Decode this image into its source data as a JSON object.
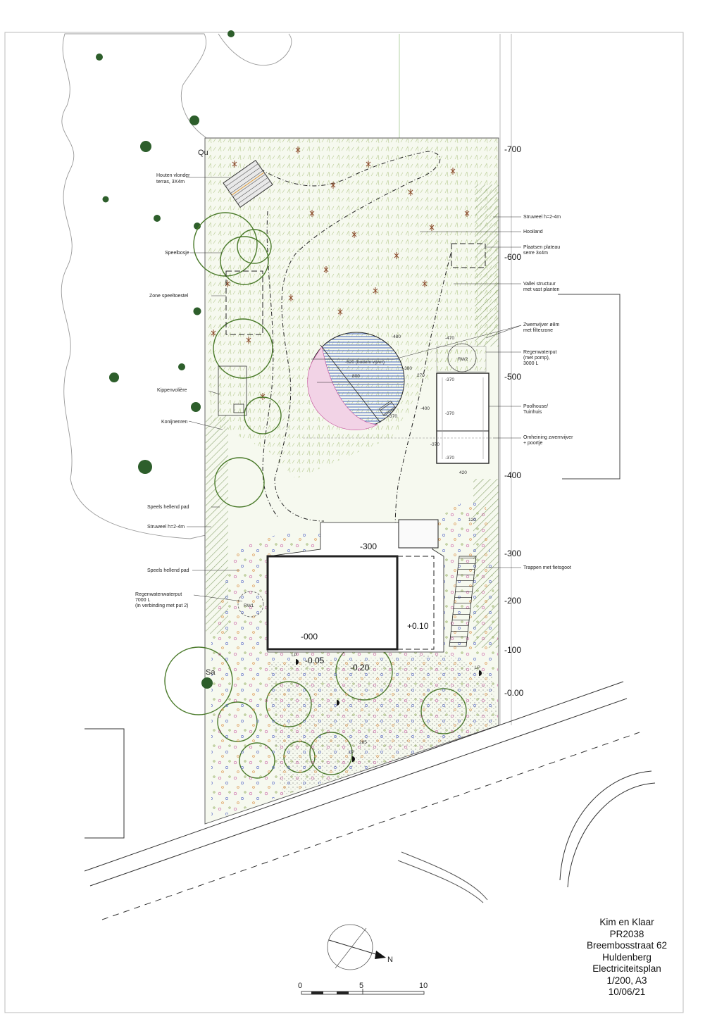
{
  "title_block": {
    "client": "Kim en Klaar",
    "project_code": "PR2038",
    "street": "Breembosstraat 62",
    "city": "Huldenberg",
    "plan_type": "Electriciteitsplan",
    "scale": "1/200, A3",
    "date": "10/06/21"
  },
  "scale_bar": {
    "ticks": [
      "0",
      "5",
      "10"
    ]
  },
  "north_arrow": {
    "label": "N"
  },
  "labels_left": {
    "houten_vlonder_1": "Houten vlonder",
    "houten_vlonder_2": "terras, 3X4m",
    "speelbosje": "Speelbosje",
    "zone_speeltoestel": "Zone speeltoestel",
    "kippenvoliere": "Kippenvolière",
    "konijnenren": "Konijnenren",
    "speels_hellend_pad_1": "Speels hellend pad",
    "struweel_left": "Struweel h=2-4m",
    "speels_hellend_pad_2": "Speels hellend pad",
    "regenwaterput_1": "Regenwatenwaterput",
    "regenwaterput_2": "7000 L",
    "regenwaterput_3": "(in verbinding met put 2)"
  },
  "labels_right": {
    "struweel_right": "Struweel h=2-4m",
    "hooiland": "Hooiland",
    "plateau_1": "Plaatsen plateau",
    "plateau_2": "serre 3x4m",
    "vallei_1": "Vallei structuur",
    "vallei_2": "met vast planten",
    "zwemvijver_1": "Zwemvijver ø8m",
    "zwemvijver_2": "met filterzone",
    "regenwaterput_1": "Regenwaterput",
    "regenwaterput_2": "(met pomp),",
    "regenwaterput_3": "3000 L",
    "poolhouse_1": "Poolhouse/",
    "poolhouse_2": "Tuinhuis",
    "omheining_1": "Omheining zwemvijver",
    "omheining_2": "+ poortje",
    "trappen": "Trappen met fietsgoot"
  },
  "level_marks": [
    "-700",
    "-600",
    "-500",
    "-400",
    "-300",
    "-200",
    "-100",
    "-0.00"
  ],
  "plan_levels": {
    "house_top": "-300",
    "floor": "-000",
    "plus": "+0.10",
    "step1": "-0.05",
    "step2": "-0.20"
  },
  "pond": {
    "bottom": "-520 (bodem vijver)",
    "diameter": "800",
    "l480": "-480",
    "l380": "-380",
    "l270": "270",
    "l370": "-370",
    "l400": "-400"
  },
  "poolhouse_levels": {
    "a": "-470",
    "b": "-370",
    "c": "-370",
    "d": "-370",
    "e": "-370",
    "f": "420"
  },
  "codes": {
    "qu": "Qu",
    "sa": "Sa",
    "rw1": "RW1",
    "rw2": "RW2",
    "lp": "LP",
    "dim_120": "120",
    "dim_285": "285"
  },
  "colors": {
    "tree_dark": "#2d5e2b",
    "tree_outline": "#4a7a2a",
    "grass": "#c8d8a8",
    "flower": "#8a4a2a",
    "pond_blue": "#6a86c8",
    "pond_pink": "#c44a9a",
    "hatch": "#6a8a4a"
  }
}
